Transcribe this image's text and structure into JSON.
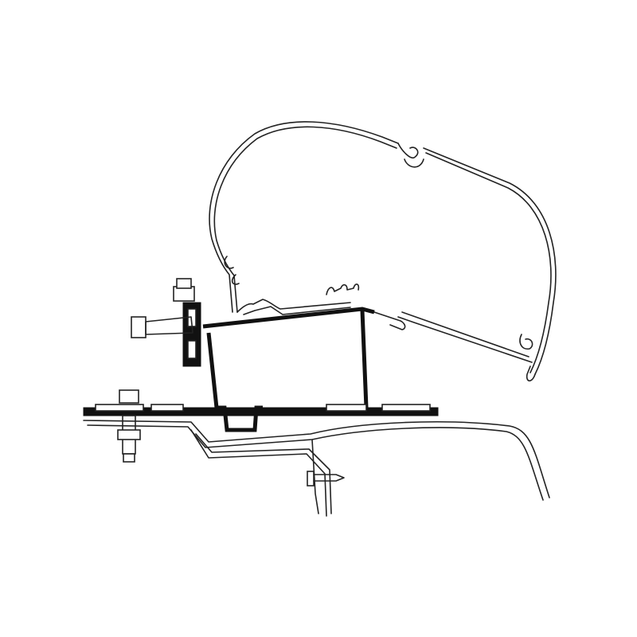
{
  "diagram": {
    "subject": "",
    "colors": {
      "line": "#222222",
      "fill": "#111111",
      "background": "#ffffff"
    },
    "components": [
      "awning-profile",
      "adapter-bracket",
      "base-plate",
      "vehicle-roof",
      "bolt",
      "screw"
    ]
  }
}
